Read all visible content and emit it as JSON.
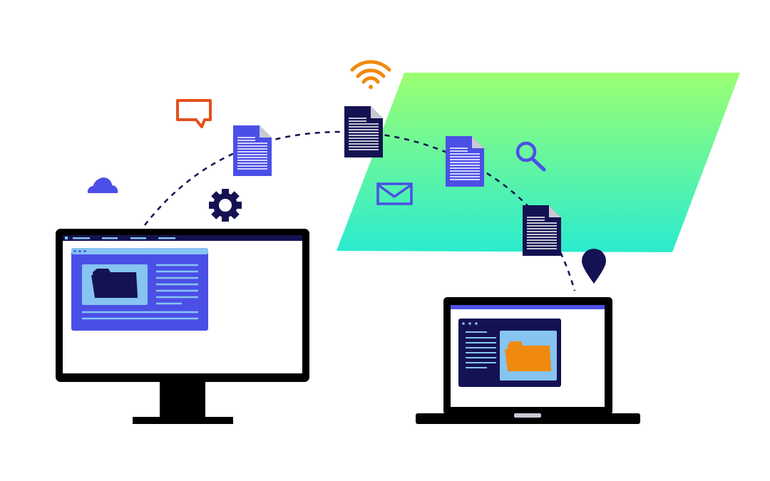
{
  "colors": {
    "navy": "#141253",
    "blue": "#4b4fe6",
    "light_blue": "#86c4f2",
    "orange": "#f08a0e",
    "red_orange": "#e4501c",
    "gradient_top": "#9cff72",
    "gradient_bottom": "#2bebcf",
    "black": "#000000",
    "white": "#ffffff"
  },
  "icons": [
    "cloud-icon",
    "chat-bubble-icon",
    "gear-icon",
    "wifi-icon",
    "mail-icon",
    "search-icon",
    "location-pin-icon",
    "document-icon",
    "folder-icon"
  ],
  "devices": {
    "desktop": {
      "window_folder_color": "navy"
    },
    "laptop": {
      "window_folder_color": "orange"
    }
  },
  "transfer": {
    "documents_in_transit": 4
  }
}
